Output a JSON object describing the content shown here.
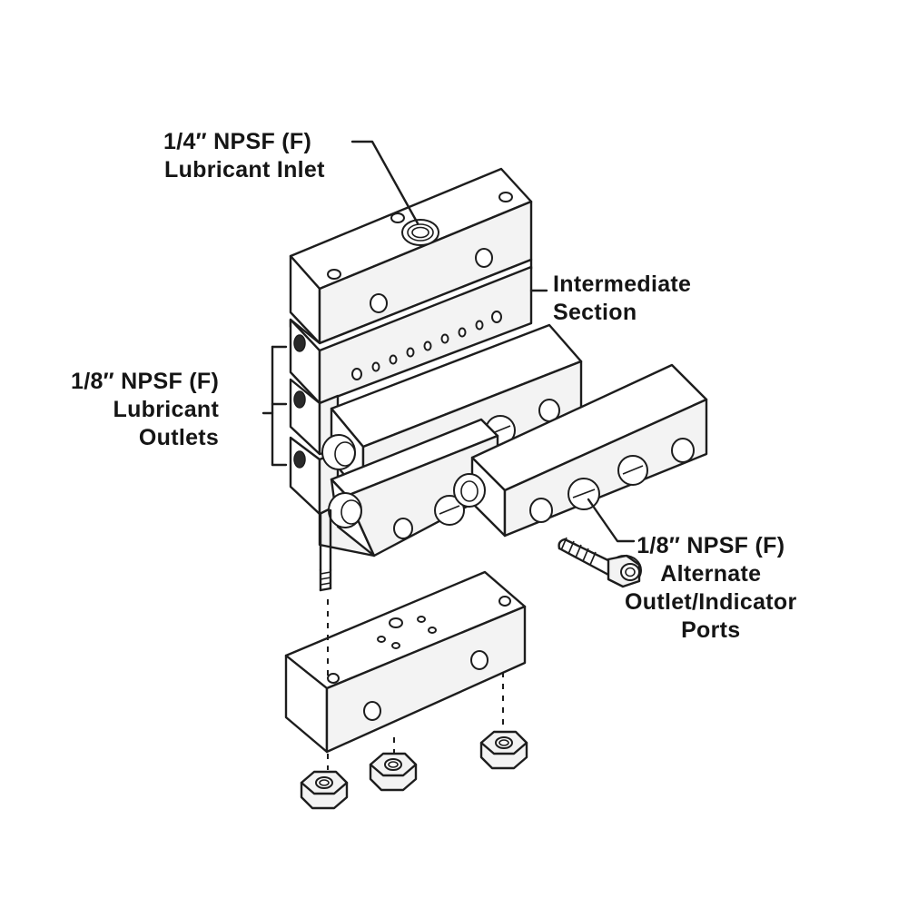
{
  "diagram": {
    "labels": {
      "inlet": {
        "line1": "1/4″ NPSF (F)",
        "line2": "Lubricant Inlet"
      },
      "intermediate": {
        "line1": "Intermediate",
        "line2": "Section"
      },
      "outlets": {
        "line1": "1/8″ NPSF (F)",
        "line2": "Lubricant",
        "line3": "Outlets"
      },
      "alternate": {
        "line1": "1/8″ NPSF (F)",
        "line2": "Alternate",
        "line3": "Outlet/Indicator",
        "line4": "Ports"
      }
    },
    "colors": {
      "ink": "#1d1d1d",
      "paper": "#ffffff"
    }
  }
}
